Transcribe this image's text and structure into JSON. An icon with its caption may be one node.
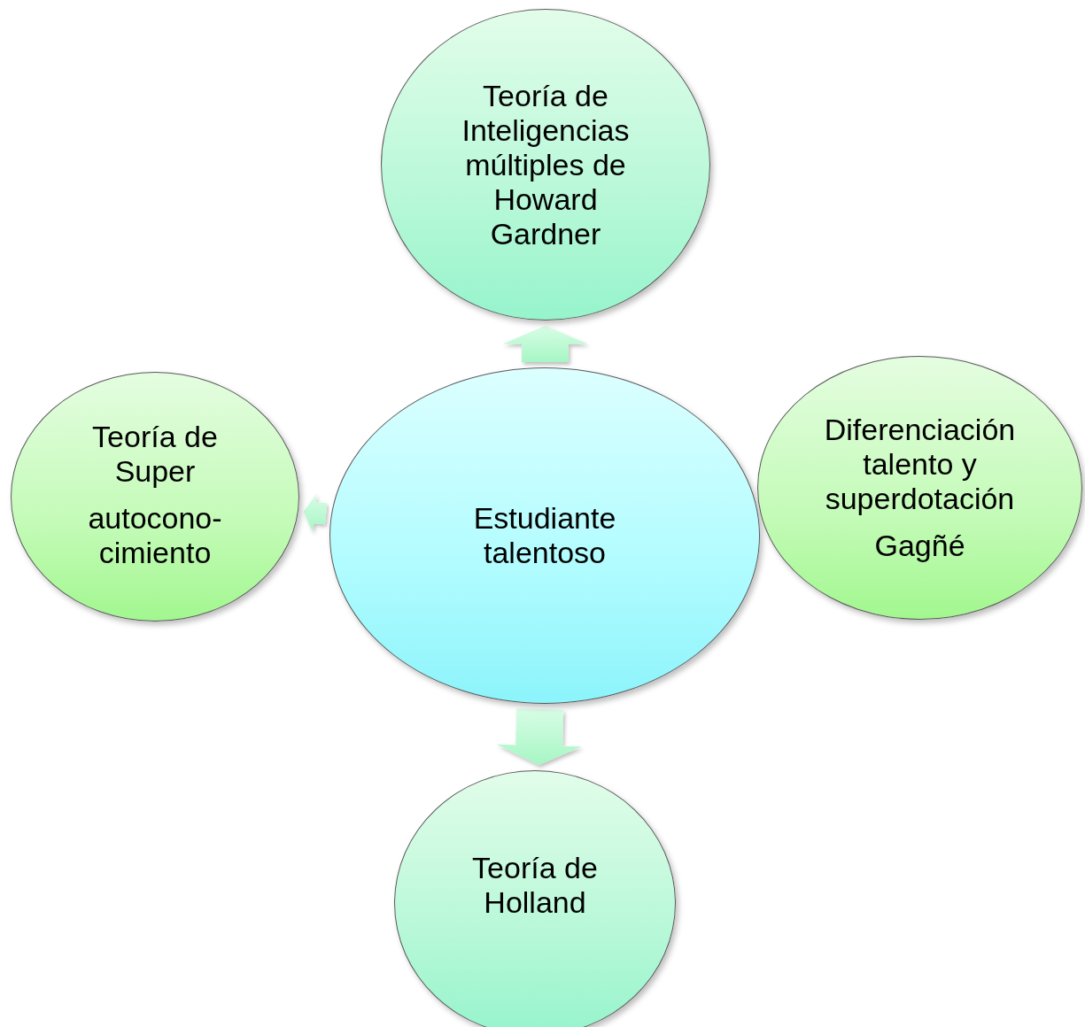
{
  "diagram": {
    "nodes": [
      {
        "text": [
          "Teoría de Inteligencias múltiples de Howard Gardner"
        ]
      },
      {
        "text": [
          "Teoría de Super",
          "autocono- cimiento"
        ]
      },
      {
        "text": [
          "Estudiante talentoso"
        ]
      },
      {
        "text": [
          "Diferenciación talento y superdotación",
          "Gagñé"
        ]
      },
      {
        "text": [
          "Teoría de Holland"
        ]
      }
    ],
    "edges": [
      {
        "from": 2,
        "to": 0,
        "arrow": "to"
      },
      {
        "from": 2,
        "to": 1,
        "arrow": "to"
      },
      {
        "from": 2,
        "to": 4,
        "arrow": "to"
      }
    ]
  }
}
